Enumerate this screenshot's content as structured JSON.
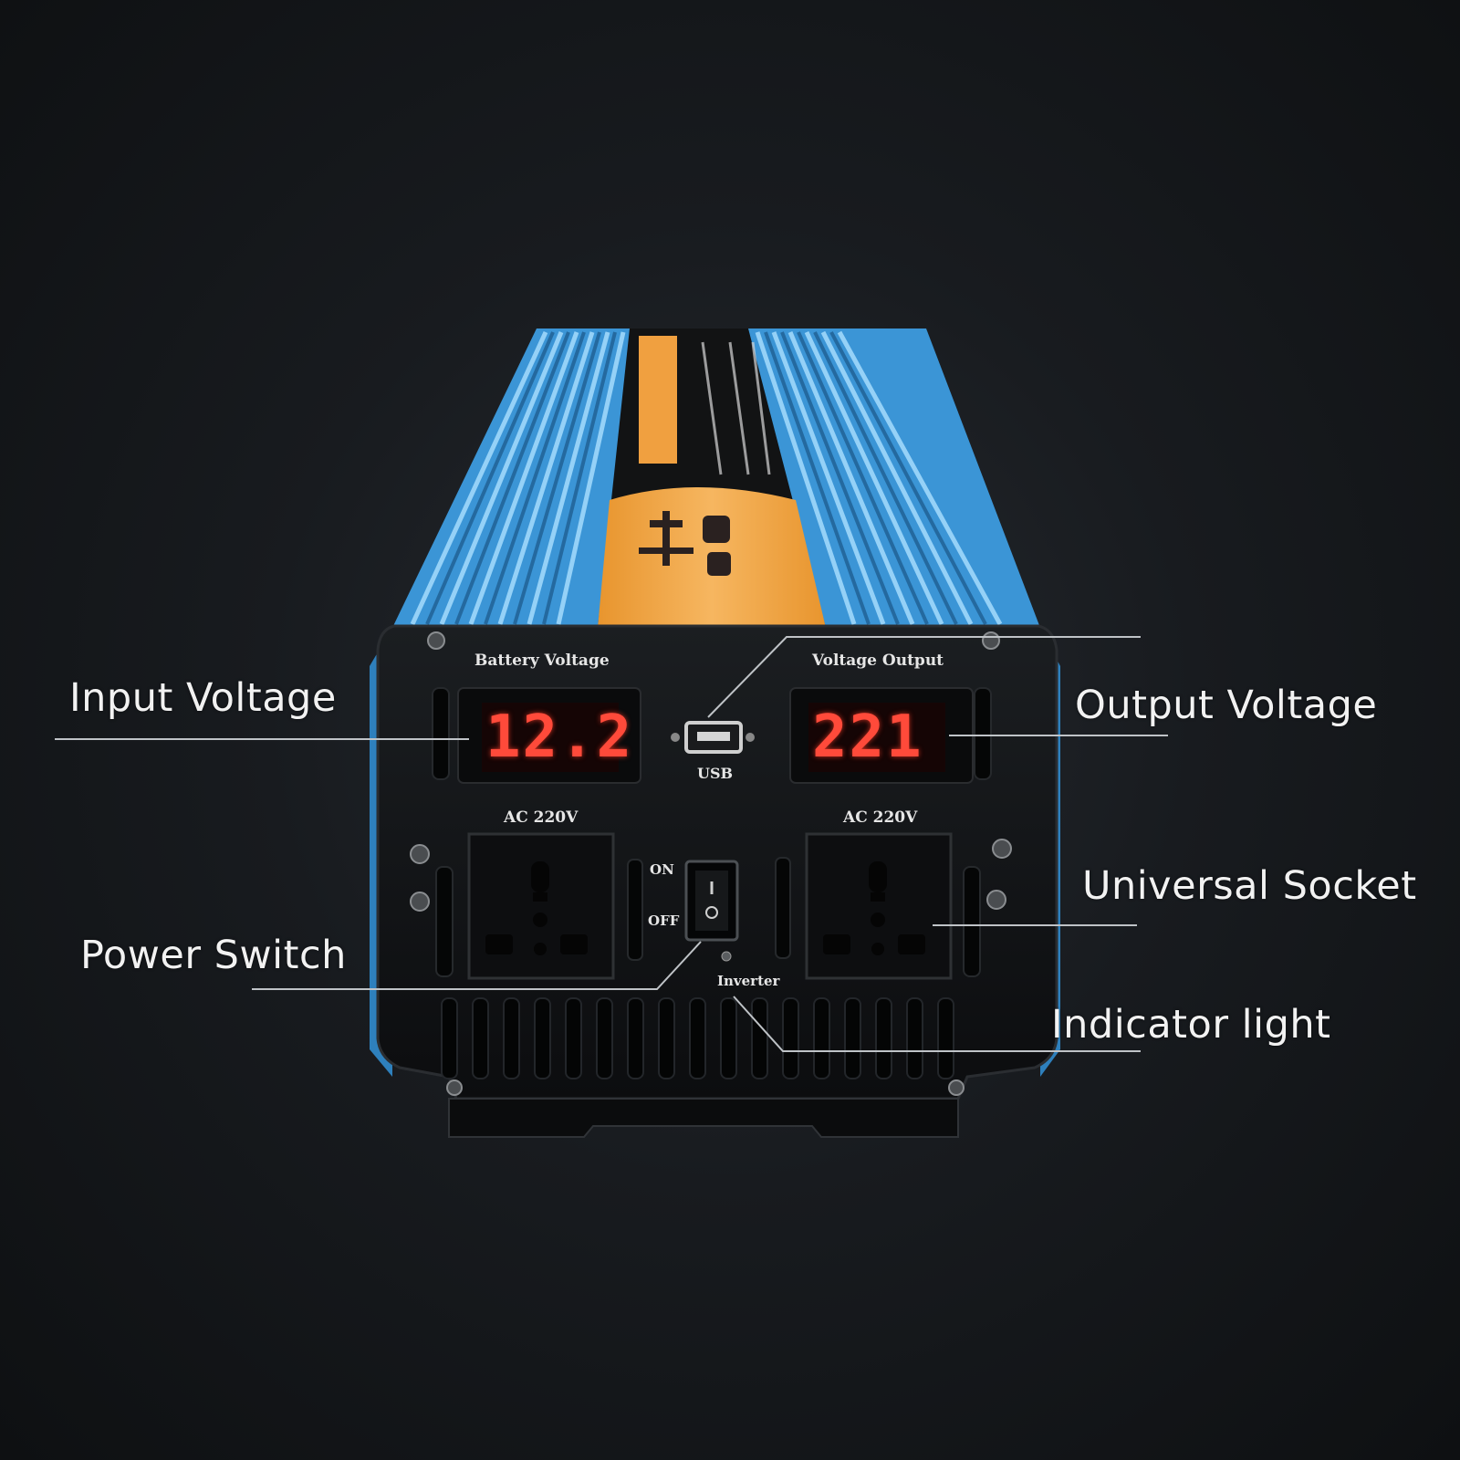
{
  "callouts": {
    "input_voltage": "Input Voltage",
    "output_voltage": "Output Voltage",
    "universal_socket": "Universal Socket",
    "power_switch": "Power Switch",
    "indicator_light": "Indicator light"
  },
  "panel": {
    "battery_voltage_label": "Battery Voltage",
    "voltage_output_label": "Voltage Output",
    "battery_display": "12.2",
    "output_display": "221",
    "usb_label": "USB",
    "socket_left_label": "AC 220V",
    "socket_right_label": "AC 220V",
    "switch_on_label": "ON",
    "switch_off_label": "OFF",
    "inverter_label": "Inverter"
  },
  "colors": {
    "background": "#181b1f",
    "heatsink_blue": "#4aa6e6",
    "label_orange": "#f2a548",
    "panel_black": "#111315",
    "led_red": "#ff4a3a",
    "callout_text": "#f2f2f2"
  }
}
